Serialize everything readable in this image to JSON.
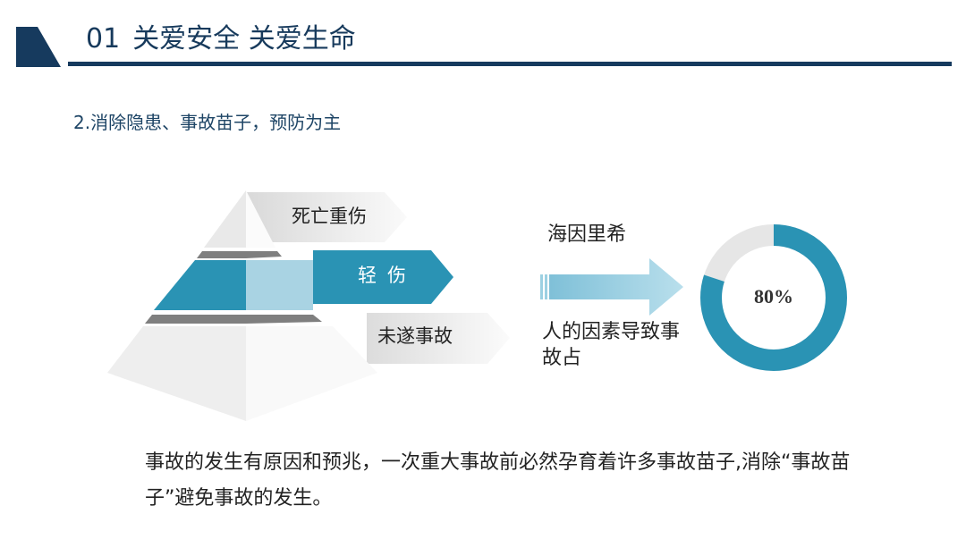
{
  "header": {
    "number": "01",
    "title": "关爱安全 关爱生命",
    "colors": {
      "navy": "#163a5e",
      "teal": "#2a93b4",
      "light_blue": "#a9d3e3"
    }
  },
  "section": {
    "subtitle": "2.消除隐患、事故苗子，预防为主"
  },
  "pyramid": {
    "tiers": [
      {
        "label": "死亡重伤"
      },
      {
        "label": "轻伤"
      },
      {
        "label": "未遂事故"
      }
    ]
  },
  "heinrich": {
    "label": "海因里希",
    "description": "人的因素导致事故占",
    "percent_value": 80,
    "percent_text": "80%"
  },
  "body": {
    "text": "事故的发生有原因和预兆，一次重大事故前必然孕育着许多事故苗子,消除“事故苗子”避免事故的发生。"
  }
}
